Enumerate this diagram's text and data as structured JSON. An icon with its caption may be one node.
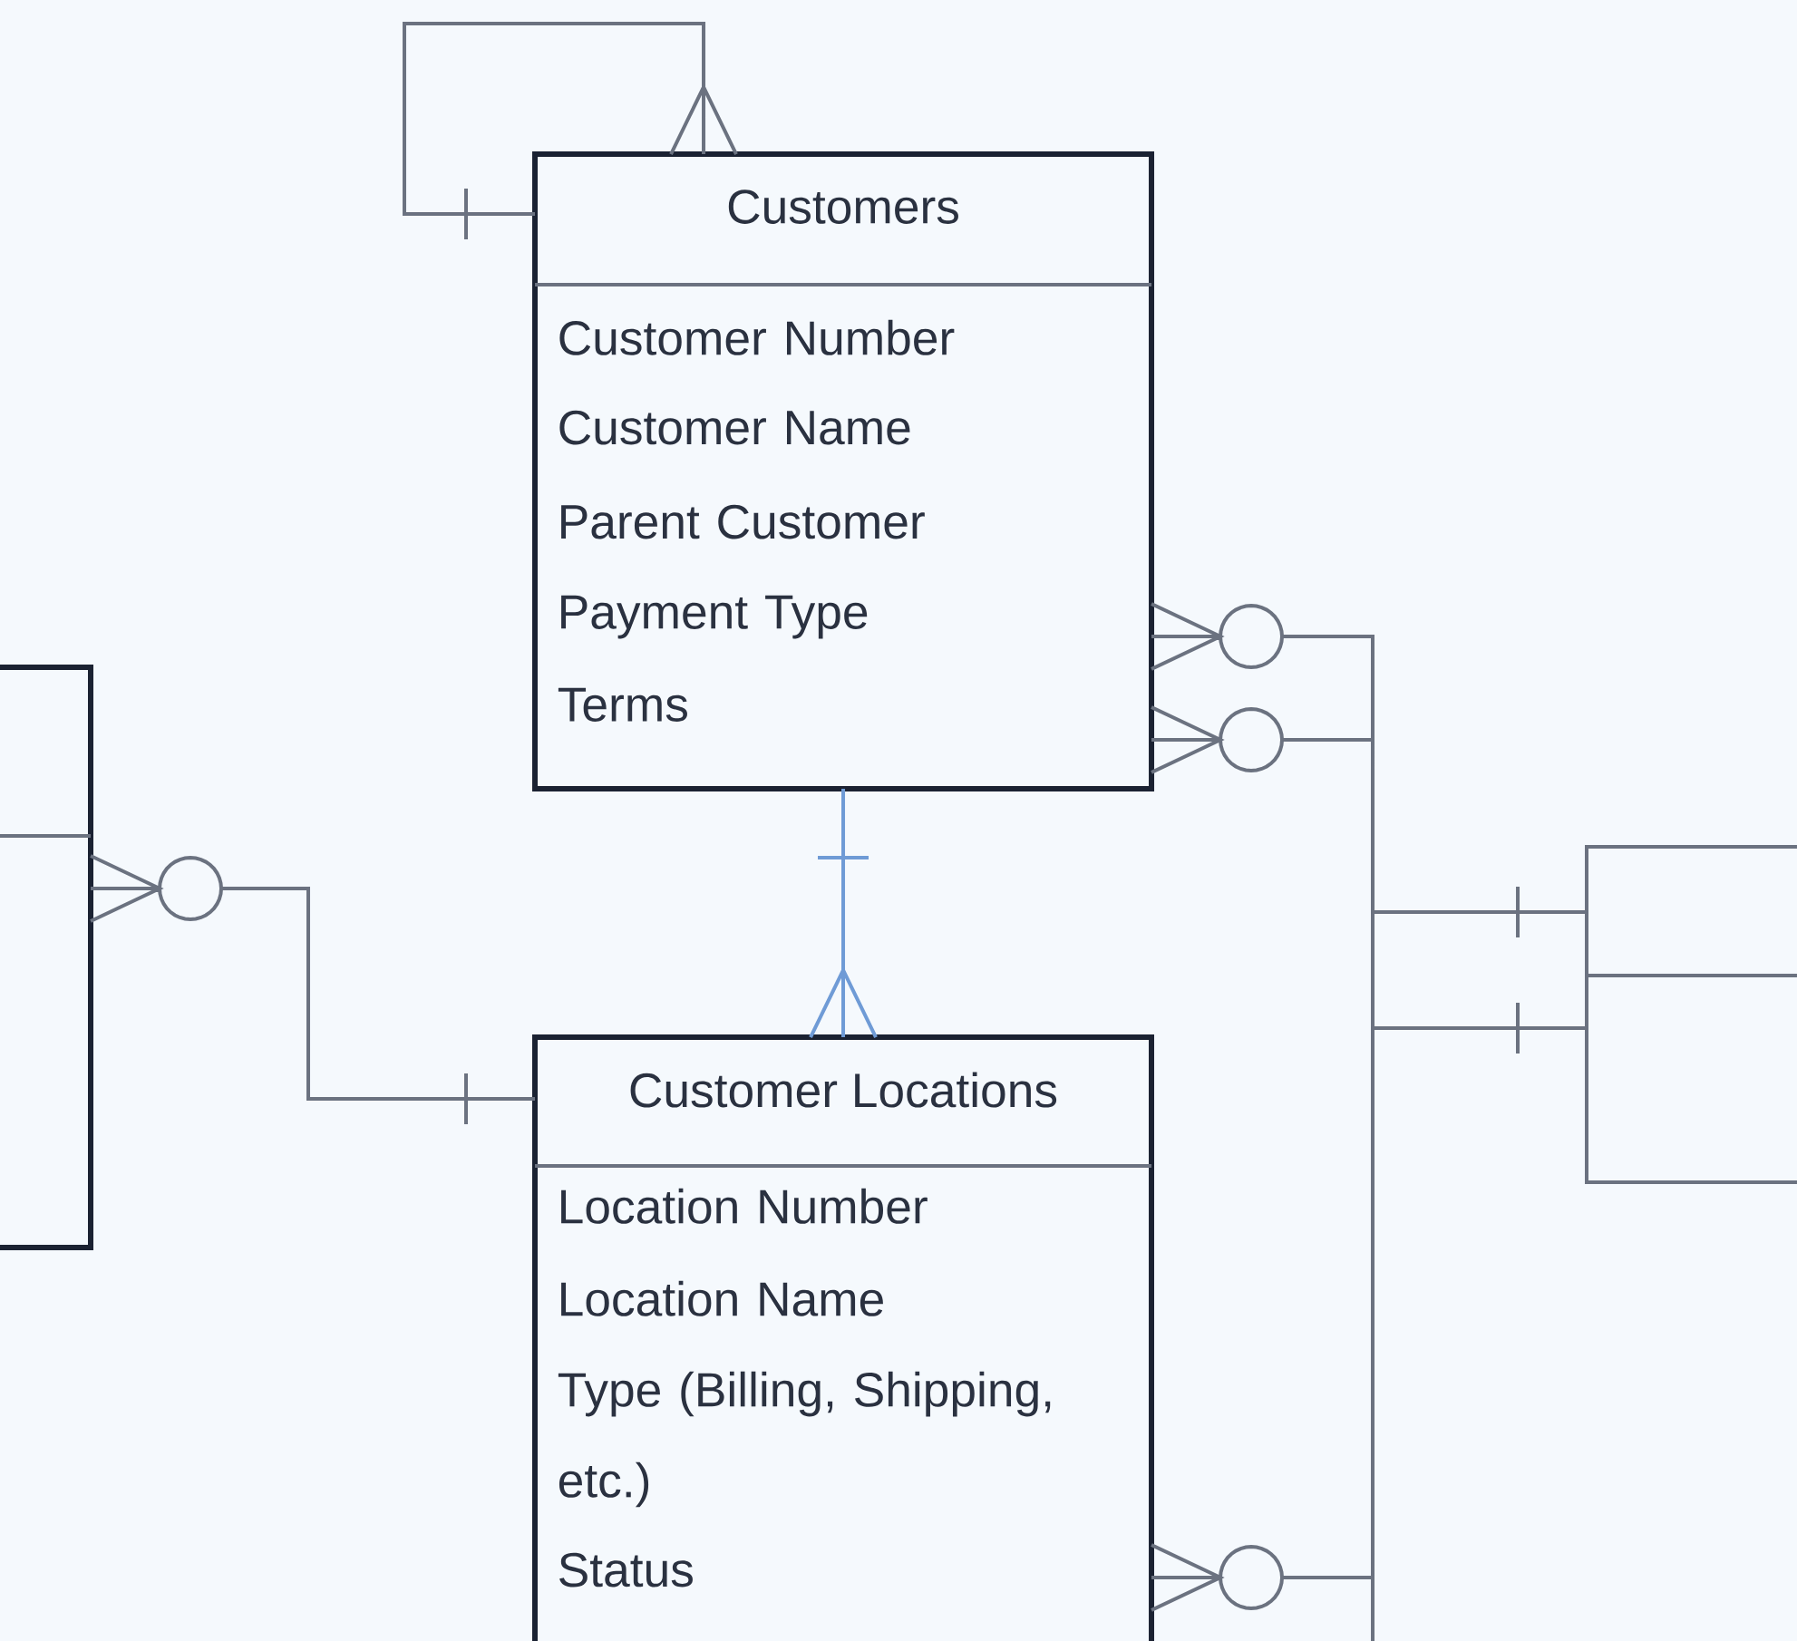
{
  "diagram": {
    "nodes": [
      {
        "text": [
          "Customers",
          "Customer Number",
          "Customer Name",
          "Parent Customer",
          "Payment Type",
          "Terms"
        ]
      },
      {
        "text": [
          "Customer Locations",
          "Location Number",
          "Location Name",
          "Type (Billing, Shipping, etc.)",
          "Status"
        ]
      },
      {
        "text": [],
        "shape": "box"
      },
      {
        "text": [],
        "shape": "box"
      }
    ],
    "edges": [
      {
        "from": 0,
        "to": 0,
        "arrow": "other"
      },
      {
        "from": 0,
        "to": 1,
        "arrow": "other",
        "color": "#6f9bd6"
      },
      {
        "from": 2,
        "to": 1,
        "arrow": "other"
      },
      {
        "from": 0,
        "to": 3,
        "arrow": "other"
      },
      {
        "from": 0,
        "to": 3,
        "arrow": "other"
      },
      {
        "from": 1,
        "to": 3,
        "arrow": "other"
      }
    ]
  }
}
